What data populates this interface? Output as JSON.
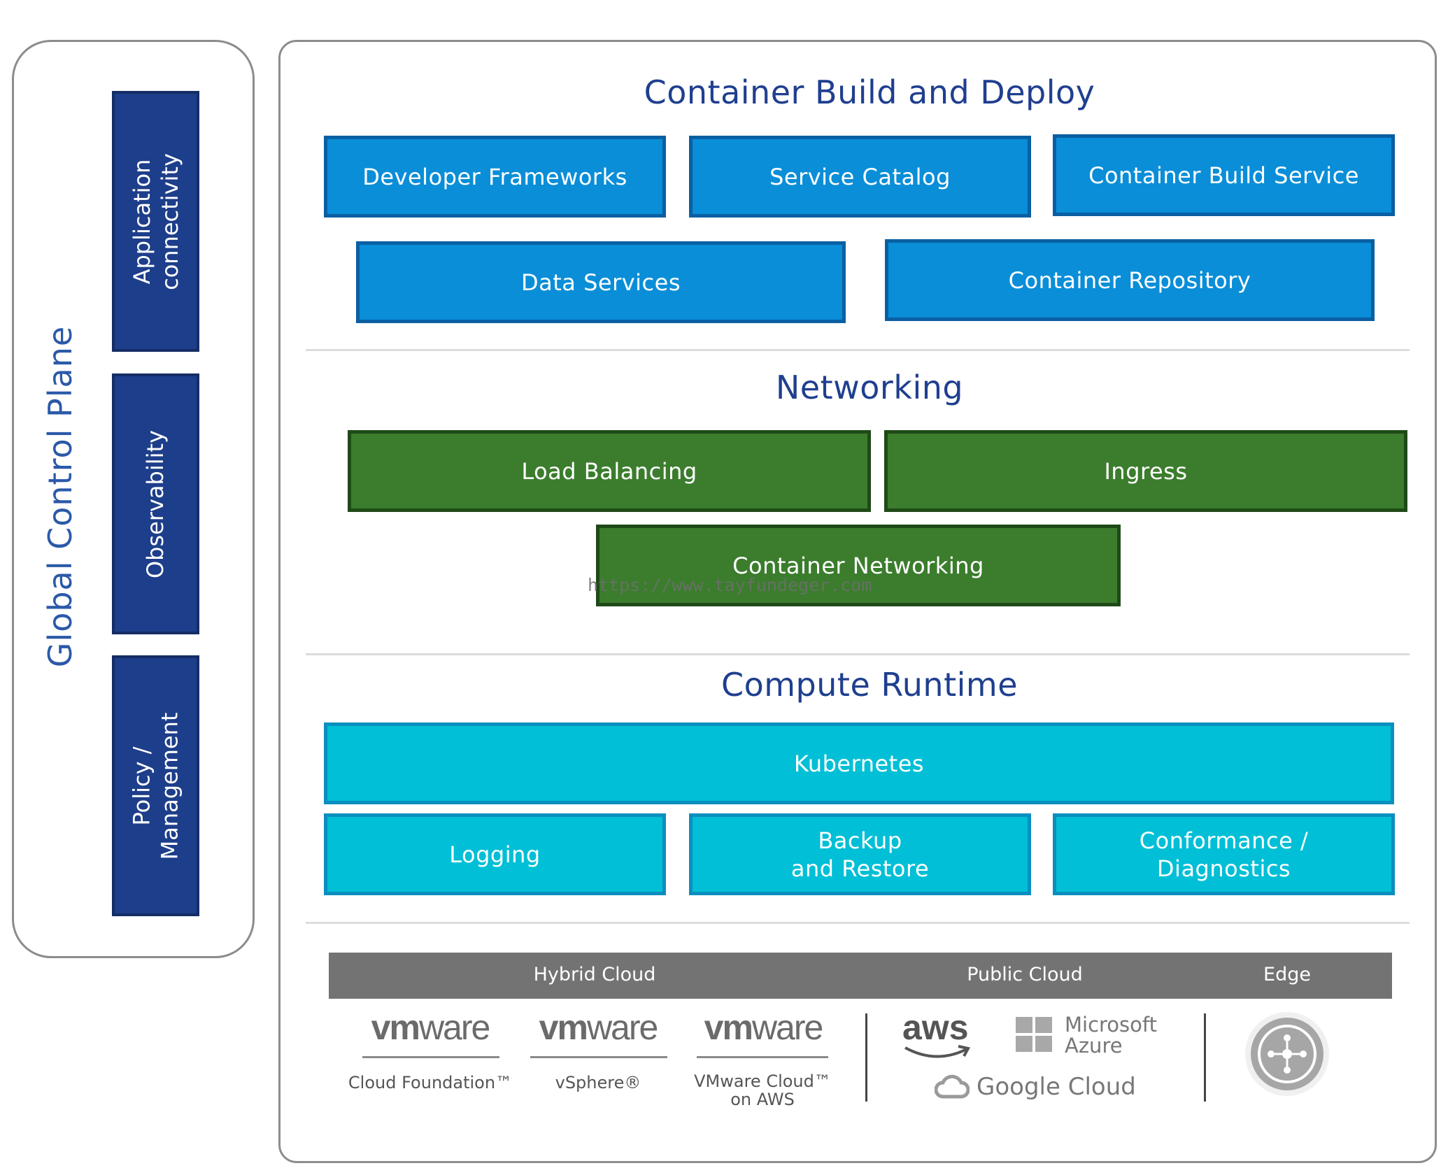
{
  "global_control_plane": {
    "title": "Global Control Plane",
    "boxes": [
      {
        "lines": [
          "Application",
          "connectivity"
        ]
      },
      {
        "lines": [
          "Observability"
        ]
      },
      {
        "lines": [
          "Policy /",
          "Management"
        ]
      }
    ]
  },
  "build_deploy": {
    "title": "Container Build and Deploy",
    "tiles": [
      "Developer Frameworks",
      "Service Catalog",
      "Container Build Service",
      "Data Services",
      "Container Repository"
    ]
  },
  "networking": {
    "title": "Networking",
    "tiles": [
      "Load Balancing",
      "Ingress",
      "Container Networking"
    ]
  },
  "watermark": "https://www.tayfundeger.com",
  "compute_runtime": {
    "title": "Compute Runtime",
    "kubernetes": "Kubernetes",
    "logging": "Logging",
    "backup": [
      "Backup",
      "and Restore"
    ],
    "conformance": [
      "Conformance /",
      "Diagnostics"
    ]
  },
  "infrastructure": {
    "labels": [
      "Hybrid Cloud",
      "Public Cloud",
      "Edge"
    ],
    "vmware_logo_text": [
      "vm",
      "ware"
    ],
    "vmware_products": [
      "Cloud Foundation™",
      "vSphere®",
      "VMware Cloud™",
      "on AWS"
    ],
    "aws_text": "aws",
    "azure_lines": [
      "Microsoft",
      "Azure"
    ],
    "google_cloud": "Google Cloud"
  },
  "colors": {
    "navy": "#1d3e8a",
    "blue_tile": "#0a8ed8",
    "green_tile": "#3b7d2d",
    "cyan_tile": "#00bfd6",
    "title_blue": "#1f3f8f",
    "infra_bar": "#737373"
  }
}
